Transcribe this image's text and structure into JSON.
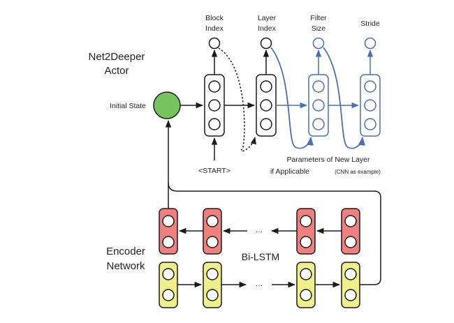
{
  "title": {
    "line1": "Net2Deeper",
    "line2": "Actor"
  },
  "initial_state": "Initial State",
  "outputs": {
    "block_index": [
      "Block",
      "Index"
    ],
    "layer_index": [
      "Layer",
      "Index"
    ],
    "filter_size": [
      "Filter",
      "Size"
    ],
    "stride": "Stride"
  },
  "start_token": "<START>",
  "params_note": {
    "line1": "Parameters of New Layer",
    "line2": "if Applicable",
    "line2_suffix": "(CNN as example)"
  },
  "encoder": {
    "line1": "Encoder",
    "line2": "Network"
  },
  "bilstm": "Bi-LSTM",
  "ellipsis": "···",
  "colors": {
    "actor": "#1a1a1a",
    "new_layer": "#4a6fb5",
    "initial_state": "#77c45f",
    "backward_lstm": "#f08080",
    "forward_lstm": "#f0f08a"
  }
}
